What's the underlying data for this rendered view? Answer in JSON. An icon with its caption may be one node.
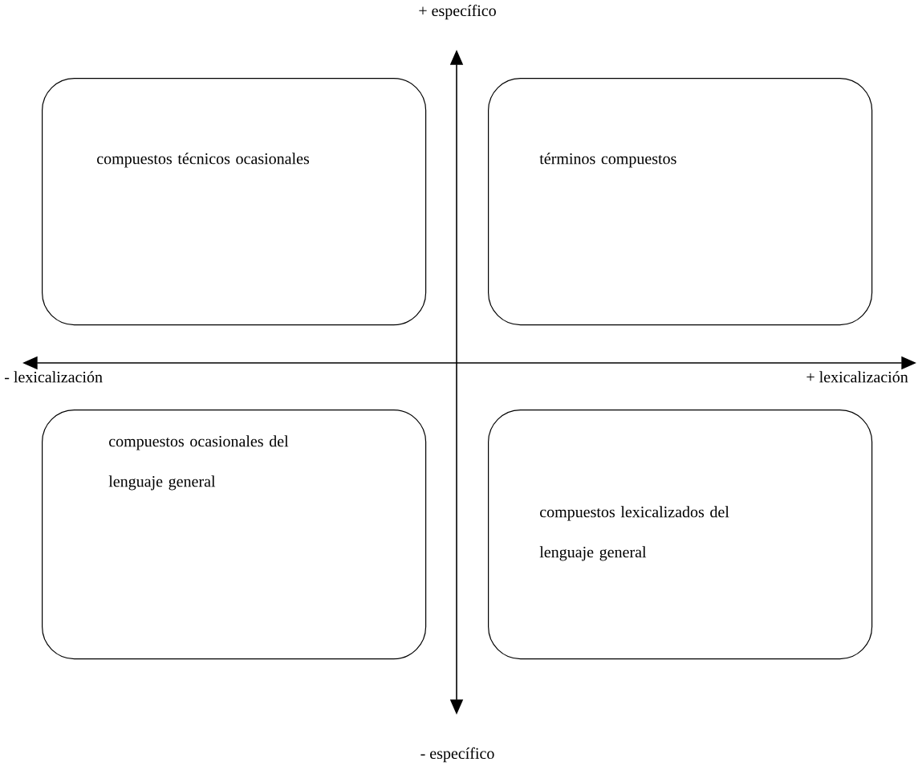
{
  "diagram": {
    "nodes": [
      {
        "text": [
          "compuestos técnicos ocasionales"
        ]
      },
      {
        "text": [
          "términos compuestos"
        ]
      },
      {
        "text": [
          "compuestos ocasionales del lenguaje general"
        ]
      },
      {
        "text": [
          "compuestos lexicalizados del lenguaje general"
        ]
      }
    ],
    "labels": [
      "+ específico",
      "- lexicalización",
      "+ lexicalización",
      "- específico"
    ]
  }
}
